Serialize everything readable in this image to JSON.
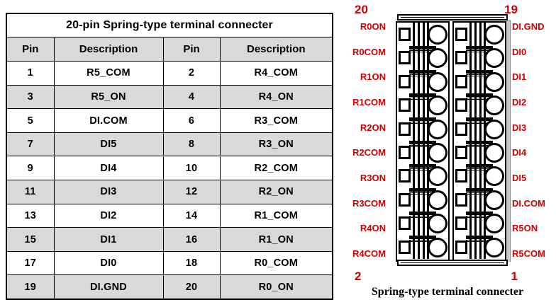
{
  "table": {
    "title": "20-pin Spring-type terminal connecter",
    "headers": [
      "Pin",
      "Description",
      "Pin",
      "Description"
    ],
    "rows": [
      {
        "shade": "white",
        "pin_a": "1",
        "desc_a": "R5_COM",
        "pin_b": "2",
        "desc_b": "R4_COM"
      },
      {
        "shade": "gray",
        "pin_a": "3",
        "desc_a": "R5_ON",
        "pin_b": "4",
        "desc_b": "R4_ON"
      },
      {
        "shade": "white",
        "pin_a": "5",
        "desc_a": "DI.COM",
        "pin_b": "6",
        "desc_b": "R3_COM"
      },
      {
        "shade": "gray",
        "pin_a": "7",
        "desc_a": "DI5",
        "pin_b": "8",
        "desc_b": "R3_ON"
      },
      {
        "shade": "white",
        "pin_a": "9",
        "desc_a": "DI4",
        "pin_b": "10",
        "desc_b": "R2_COM"
      },
      {
        "shade": "gray",
        "pin_a": "11",
        "desc_a": "DI3",
        "pin_b": "12",
        "desc_b": "R2_ON"
      },
      {
        "shade": "white",
        "pin_a": "13",
        "desc_a": "DI2",
        "pin_b": "14",
        "desc_b": "R1_COM"
      },
      {
        "shade": "gray",
        "pin_a": "15",
        "desc_a": "DI1",
        "pin_b": "16",
        "desc_b": "R1_ON"
      },
      {
        "shade": "white",
        "pin_a": "17",
        "desc_a": "DI0",
        "pin_b": "18",
        "desc_b": "R0_COM"
      },
      {
        "shade": "gray",
        "pin_a": "19",
        "desc_a": "DI.GND",
        "pin_b": "20",
        "desc_b": "R0_ON"
      }
    ]
  },
  "connector": {
    "caption": "Spring-type terminal connecter",
    "corner_numbers": {
      "top_left": "20",
      "top_right": "19",
      "bottom_left": "2",
      "bottom_right": "1"
    },
    "left_labels": [
      "R0ON",
      "R0COM",
      "R1ON",
      "R1COM",
      "R2ON",
      "R2COM",
      "R3ON",
      "R3COM",
      "R4ON",
      "R4COM"
    ],
    "right_labels": [
      "DI.GND",
      "DI0",
      "DI1",
      "DI2",
      "DI3",
      "DI4",
      "DI5",
      "DI.COM",
      "R5ON",
      "R5COM"
    ],
    "terminal_count_per_half": 10,
    "label_color": "#d00000",
    "body_color": "#000000"
  }
}
